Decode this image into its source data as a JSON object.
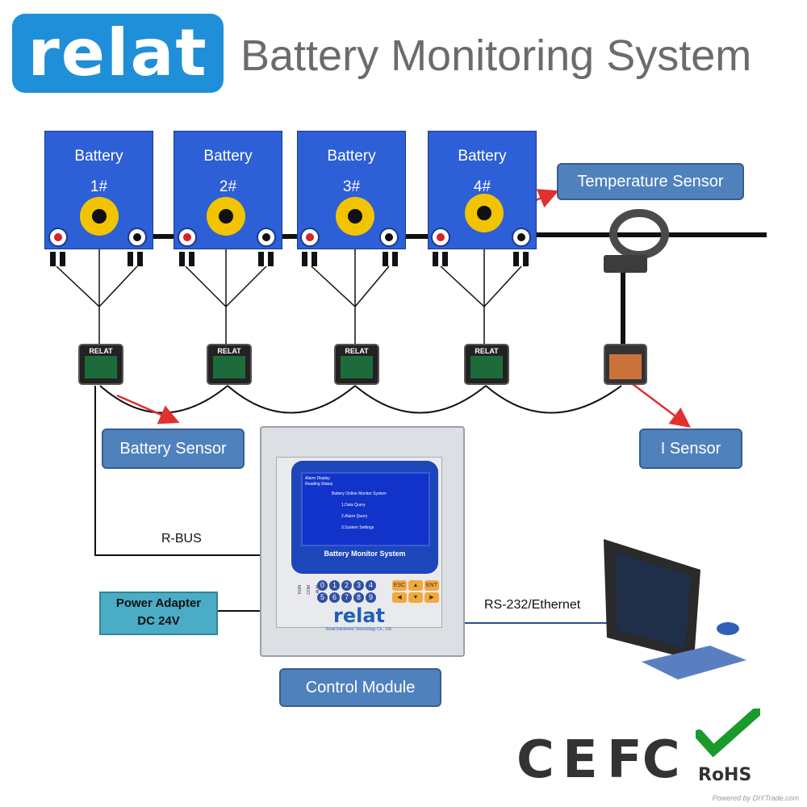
{
  "brand": {
    "logo_text": "relat",
    "title": "Battery Monitoring System"
  },
  "batteries": [
    {
      "label": "Battery",
      "number": "1#"
    },
    {
      "label": "Battery",
      "number": "2#"
    },
    {
      "label": "Battery",
      "number": "3#"
    },
    {
      "label": "Battery",
      "number": "4#"
    }
  ],
  "callouts": {
    "temperature_sensor": "Temperature Sensor",
    "battery_sensor": "Battery Sensor",
    "i_sensor": "I Sensor",
    "power_adapter_line1": "Power Adapter",
    "power_adapter_line2": "DC 24V",
    "control_module": "Control Module"
  },
  "sensor_brand": "RELAT",
  "links": {
    "rbus": "R-BUS",
    "rs232": "RS-232/Ethernet"
  },
  "controller": {
    "lcd_header_1": "Alarm Display",
    "lcd_header_2": "Reading Status",
    "lcd_title": "Battery Online Monitor System",
    "lcd_items": [
      "1.Data Query",
      "2.Alarm Query",
      "3.System Settings"
    ],
    "panel_title": "Battery Monitor System",
    "keys": [
      "0",
      "1",
      "2",
      "3",
      "4",
      "5",
      "6",
      "7",
      "8",
      "9"
    ],
    "fn_keys": {
      "esc": "ESC",
      "ent": "ENT"
    },
    "led_labels": [
      "RUN",
      "COM",
      "ALM"
    ],
    "brand": "relat",
    "company": "Relat Electronic Technology Co., Ltd."
  },
  "certifications": {
    "ce": "CE",
    "fcc": "FC",
    "rohs": "RoHS"
  },
  "watermark": "Powered by DIYTrade.com",
  "colors": {
    "battery": "#2d5fd6",
    "callout": "#4f81bd",
    "power_adapter": "#4bacc6",
    "arrow": "#e03030",
    "logo": "#1f8fd9"
  }
}
